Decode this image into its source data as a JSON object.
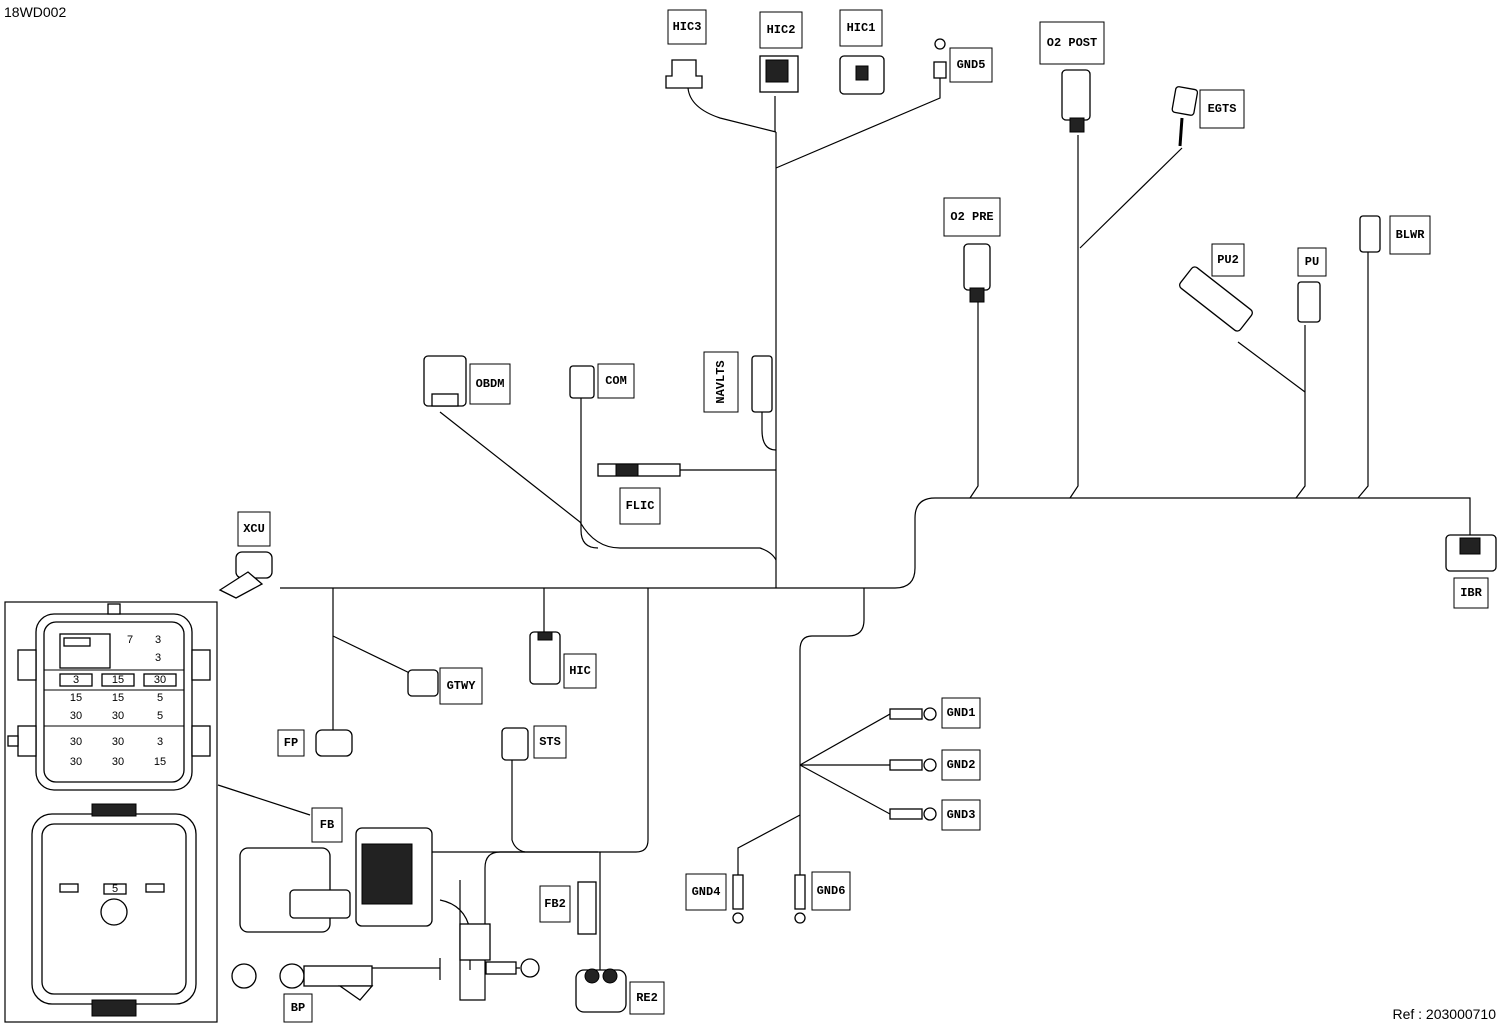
{
  "doc_id": "18WD002",
  "ref": "Ref :  203000710",
  "connectors": {
    "hic3": "HIC3",
    "hic2": "HIC2",
    "hic1": "HIC1",
    "gnd5": "GND5",
    "o2post": "O2 POST",
    "egts": "EGTS",
    "o2pre": "O2 PRE",
    "pu2": "PU2",
    "pu": "PU",
    "blwr": "BLWR",
    "obdm": "OBDM",
    "com": "COM",
    "navlts": "NAVLTS",
    "flic": "FLIC",
    "xcu": "XCU",
    "ibr": "IBR",
    "gtwy": "GTWY",
    "hic": "HIC",
    "fp": "FP",
    "sts": "STS",
    "gnd1": "GND1",
    "gnd2": "GND2",
    "gnd3": "GND3",
    "gnd4": "GND4",
    "gnd6": "GND6",
    "fb": "FB",
    "fb2": "FB2",
    "re2": "RE2",
    "bp": "BP"
  },
  "fuse_box": {
    "row_a": [
      "3",
      "15",
      "30"
    ],
    "row_b": [
      "15",
      "15",
      "5"
    ],
    "row_c": [
      "30",
      "30",
      "5"
    ],
    "row_d": [
      "30",
      "30",
      "3"
    ],
    "row_e": [
      "30",
      "30",
      "15"
    ],
    "top_right": [
      "7",
      "3",
      "3"
    ],
    "cover_center": "5"
  }
}
